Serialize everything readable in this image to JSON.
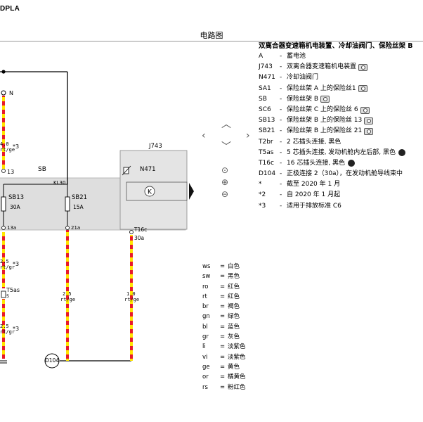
{
  "brand": "DPLA",
  "page_title": "电路图",
  "legend": {
    "heading": "双离合器变速箱机电装置、冷却油阀门、保险丝架 B",
    "items": [
      {
        "code": "A",
        "desc": "蓄电池",
        "icon": ""
      },
      {
        "code": "J743",
        "desc": "双离合器变速箱机电装置",
        "icon": "camera-icon"
      },
      {
        "code": "N471",
        "desc": "冷却油阀门",
        "icon": ""
      },
      {
        "code": "SA1",
        "desc": "保险丝架 A 上的保险丝1",
        "icon": "camera-icon"
      },
      {
        "code": "SB",
        "desc": "保险丝架 B",
        "icon": "camera-icon"
      },
      {
        "code": "SC6",
        "desc": "保险丝架 C 上的保险丝 6",
        "icon": "camera-icon"
      },
      {
        "code": "SB13",
        "desc": "保险丝架 B 上的保险丝 13",
        "icon": "camera-icon"
      },
      {
        "code": "SB21",
        "desc": "保险丝架 B 上的保险丝 21",
        "icon": "camera-icon"
      },
      {
        "code": "T2br",
        "desc": "2 芯插头连接, 黑色",
        "icon": ""
      },
      {
        "code": "T5as",
        "desc": "5 芯插头连接, 发动机舱内左后部, 黑色",
        "icon": "connector-icon"
      },
      {
        "code": "T16c",
        "desc": "16 芯插头连接, 黑色",
        "icon": "connector-icon"
      },
      {
        "code": "D104",
        "desc": "正极连接 2（30a），在发动机舱导线束中",
        "icon": ""
      },
      {
        "code": "*",
        "desc": "截至 2020 年 1 月",
        "icon": ""
      },
      {
        "code": "*2",
        "desc": "自 2020 年 1 月起",
        "icon": ""
      },
      {
        "code": "*3",
        "desc": "适用于排放标准 C6",
        "icon": ""
      }
    ]
  },
  "colors": [
    {
      "code": "ws",
      "name": "白色"
    },
    {
      "code": "sw",
      "name": "黑色"
    },
    {
      "code": "ro",
      "name": "红色"
    },
    {
      "code": "rt",
      "name": "红色"
    },
    {
      "code": "br",
      "name": "褐色"
    },
    {
      "code": "gn",
      "name": "绿色"
    },
    {
      "code": "bl",
      "name": "蓝色"
    },
    {
      "code": "gr",
      "name": "灰色"
    },
    {
      "code": "li",
      "name": "淡紫色"
    },
    {
      "code": "vi",
      "name": "淡紫色"
    },
    {
      "code": "ge",
      "name": "黄色"
    },
    {
      "code": "or",
      "name": "橘黄色"
    },
    {
      "code": "rs",
      "name": "粉红色"
    }
  ],
  "diagram": {
    "wire_color_a": "#e8192c",
    "wire_color_b": "#ffe600",
    "sb_label": "SB",
    "j743_label": "J743",
    "n471_label": "N471",
    "sb13_label": "SB13",
    "sb13_rating": "30A",
    "sb21_label": "SB21",
    "sb21_rating": "15A",
    "kl30_label": "KL30",
    "n_label": "N",
    "pin_13": "13",
    "pin_13a": "13a",
    "pin_21a": "21a",
    "t16c_label": "T16c",
    "t16c_pin": "30a",
    "t5as_label": "T5as",
    "t5as_pin": "5",
    "d104_label": "D104",
    "wire_left_top_size": "4.0",
    "wire_left_top_color": "rt/ge",
    "wire_left_top_note": "*3",
    "wire_left_mid_size": "2.5",
    "wire_left_mid_color": "rt/gr",
    "wire_left_mid_note": "*3",
    "wire_left_bot_size": "2.5",
    "wire_left_bot_color": "rt/gr",
    "wire_left_bot_note": "*3",
    "wire_center_size": "2.5",
    "wire_center_color": "rt/ge",
    "wire_right_size": "1.0",
    "wire_right_color": "rt/ge"
  }
}
